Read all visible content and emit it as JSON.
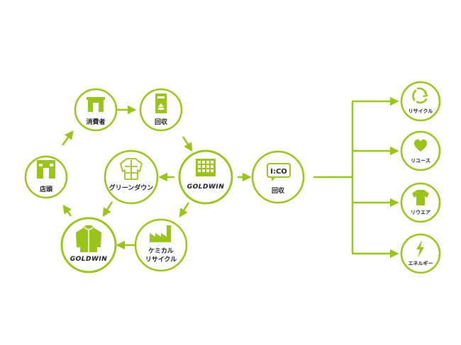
{
  "colors": {
    "accent": "#9ac31c",
    "icon_fill": "#9ac31c",
    "text": "#222222",
    "logo_text": "#1a1a1a"
  },
  "nodes": {
    "store": {
      "label": "店頭",
      "icon": "store-icon"
    },
    "consumer": {
      "label": "消費者",
      "icon": "shop-icon"
    },
    "collection_box": {
      "label": "回収",
      "icon": "collection-box-icon"
    },
    "goldwin_factory": {
      "logo": "GOLDWIN",
      "icon": "building-icon"
    },
    "green_down": {
      "label": "グリーンダウン",
      "icon": "down-jacket-icon"
    },
    "goldwin_product": {
      "logo": "GOLDWIN",
      "icon": "jacket-icon"
    },
    "chemical_recycle": {
      "label_line1": "ケミカル",
      "label_line2": "リサイクル",
      "icon": "factory-icon"
    },
    "ico_collection": {
      "badge": "I:CO",
      "label": "回収",
      "icon": "ico-bubble-icon"
    }
  },
  "outcomes": [
    {
      "label": "リサイクル",
      "icon": "recycle-icon"
    },
    {
      "label": "リユース",
      "icon": "heart-icon"
    },
    {
      "label": "リウエア",
      "icon": "tshirt-icon"
    },
    {
      "label": "エネルギー",
      "icon": "lightning-icon"
    }
  ]
}
